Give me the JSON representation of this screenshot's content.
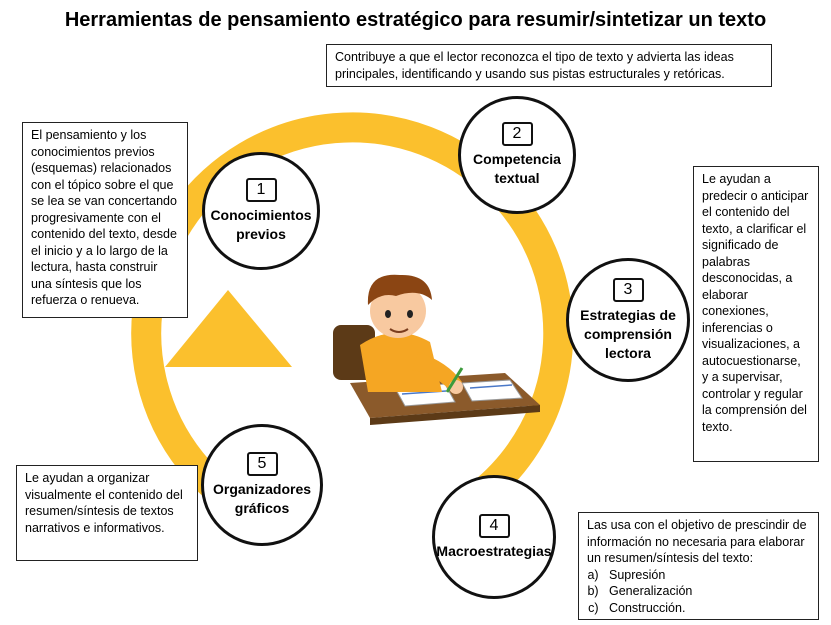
{
  "title": "Herramientas de pensamiento estratégico para resumir/sintetizar un texto",
  "colors": {
    "arrow": "#FBC02D",
    "border": "#111111"
  },
  "steps": [
    {
      "number": "1",
      "label": "Conocimientos previos"
    },
    {
      "number": "2",
      "label": "Competencia textual"
    },
    {
      "number": "3",
      "label": "Estrategias de comprensión lectora"
    },
    {
      "number": "4",
      "label": "Macroestrategias"
    },
    {
      "number": "5",
      "label": "Organizadores gráficos"
    }
  ],
  "notes": {
    "competencia": "Contribuye a que el lector reconozca el tipo de texto y advierta las ideas principales, identificando y usando sus pistas estructurales y retóricas.",
    "conocimientos": "El pensamiento y los conocimientos previos (esquemas) relacionados con el tópico sobre el que se lea se van concertando progresivamente con el contenido del texto, desde el inicio y a lo largo de la lectura, hasta construir una síntesis que los refuerza o renueva.",
    "estrategias": "Le ayudan a predecir o anticipar el contenido del texto, a clarificar el significado de palabras desconocidas, a elaborar conexiones, inferencias o visualizaciones, a autocuestionarse, y a supervisar, controlar y regular la comprensión del texto.",
    "organizadores": "Le ayudan a organizar visualmente el contenido del resumen/síntesis de textos narrativos e informativos.",
    "macro_intro": "Las usa con el objetivo de prescindir de información no necesaria para elaborar un resumen/síntesis del texto:",
    "macro_items": [
      "Supresión",
      "Generalización",
      "Construcción."
    ]
  },
  "illustration": "boy-writing-at-desk"
}
